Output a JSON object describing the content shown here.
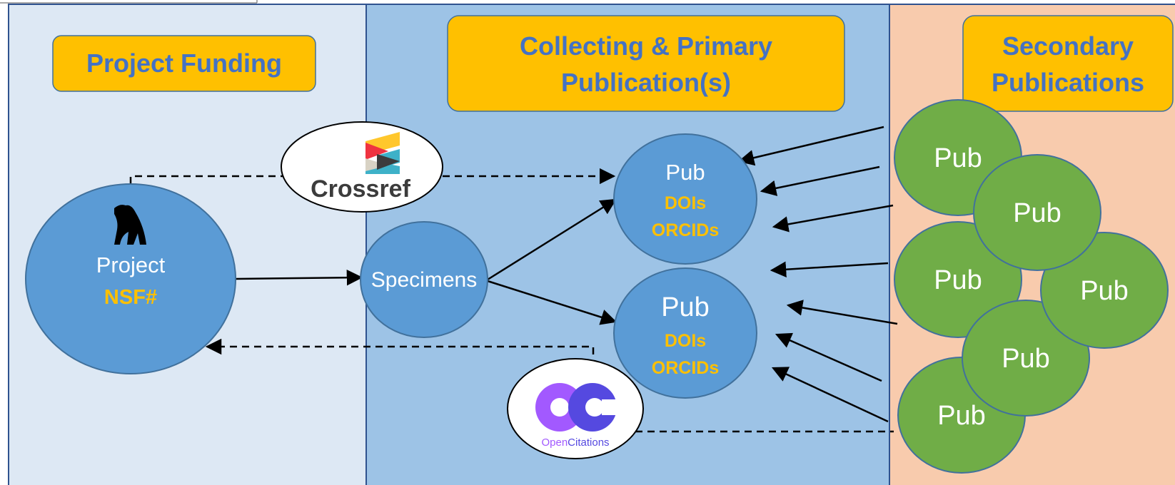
{
  "columns": {
    "funding": {
      "title": "Project Funding",
      "bg": "#dde8f4"
    },
    "collecting": {
      "title_line1": "Collecting &  Primary",
      "title_line2": "Publication(s)",
      "bg": "#9dc3e6"
    },
    "secondary": {
      "title_line1": "Secondary",
      "title_line2": "Publications",
      "bg": "#f8cbad"
    }
  },
  "project": {
    "label": "Project",
    "id_label": "NSF#",
    "icon": "polar-bear-icon"
  },
  "specimens": {
    "label": "Specimens"
  },
  "primary_pubs": [
    {
      "label": "Pub",
      "doi": "DOIs",
      "orcid": "ORCIDs"
    },
    {
      "label": "Pub",
      "doi": "DOIs",
      "orcid": "ORCIDs"
    }
  ],
  "secondary_pubs": [
    "Pub",
    "Pub",
    "Pub",
    "Pub",
    "Pub",
    "Pub"
  ],
  "services": {
    "crossref": {
      "label": "Crossref",
      "icon": "crossref-logo"
    },
    "opencitations": {
      "label_part1": "Open",
      "label_part2": "Citations",
      "icon": "opencitations-logo"
    }
  },
  "colors": {
    "title_box": "#ffc000",
    "title_text": "#4472c4",
    "node_blue": "#5b9bd5",
    "node_green": "#70ad47",
    "id_text": "#ffc000",
    "border": "#41719c"
  }
}
